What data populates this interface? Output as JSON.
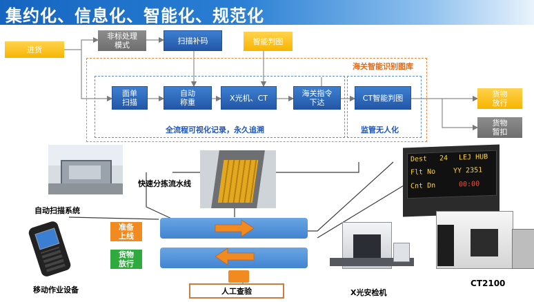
{
  "header": {
    "title": "集约化、信息化、智能化、规范化"
  },
  "flow": {
    "incoming": "进货",
    "nonstandard": "非标处理\n模式",
    "scan_fix": "扫描补码",
    "smart_judge": "智能判图",
    "customs_lib": "海关智能识别图库",
    "bill_scan": "面单\n扫描",
    "auto_weigh": "自动\n称重",
    "xray_ct": "X光机、CT",
    "customs_order": "海关指令\n下达",
    "ct_judge": "CT智能判图",
    "release": "货物\n放行",
    "hold": "货物\n暂扣",
    "traceable": "全流程可视化记录，永久追溯",
    "unmanned": "监管无人化"
  },
  "equipment": {
    "auto_scan": "自动扫描系统",
    "sorting_line": "快速分拣流水线",
    "mobile_device": "移动作业设备",
    "xray_machine": "X光安检机",
    "ct_model": "CT2100",
    "ready_online": "准备\n上线",
    "goods_release": "货物\n放行",
    "manual_check": "人工查验"
  },
  "display_board": {
    "dest_label": "Dest",
    "dest_value": "24",
    "hub": "LEJ HUB",
    "flt_label": "Flt No",
    "flt_value": "YY 2351",
    "cnt_label": "Cnt Dn",
    "cnt_value": "00:00"
  },
  "colors": {
    "blue": "#2a66b8",
    "yellow": "#f7b500",
    "gray": "#7a7a7a",
    "orange": "#f28a22",
    "green": "#2faa3c"
  }
}
